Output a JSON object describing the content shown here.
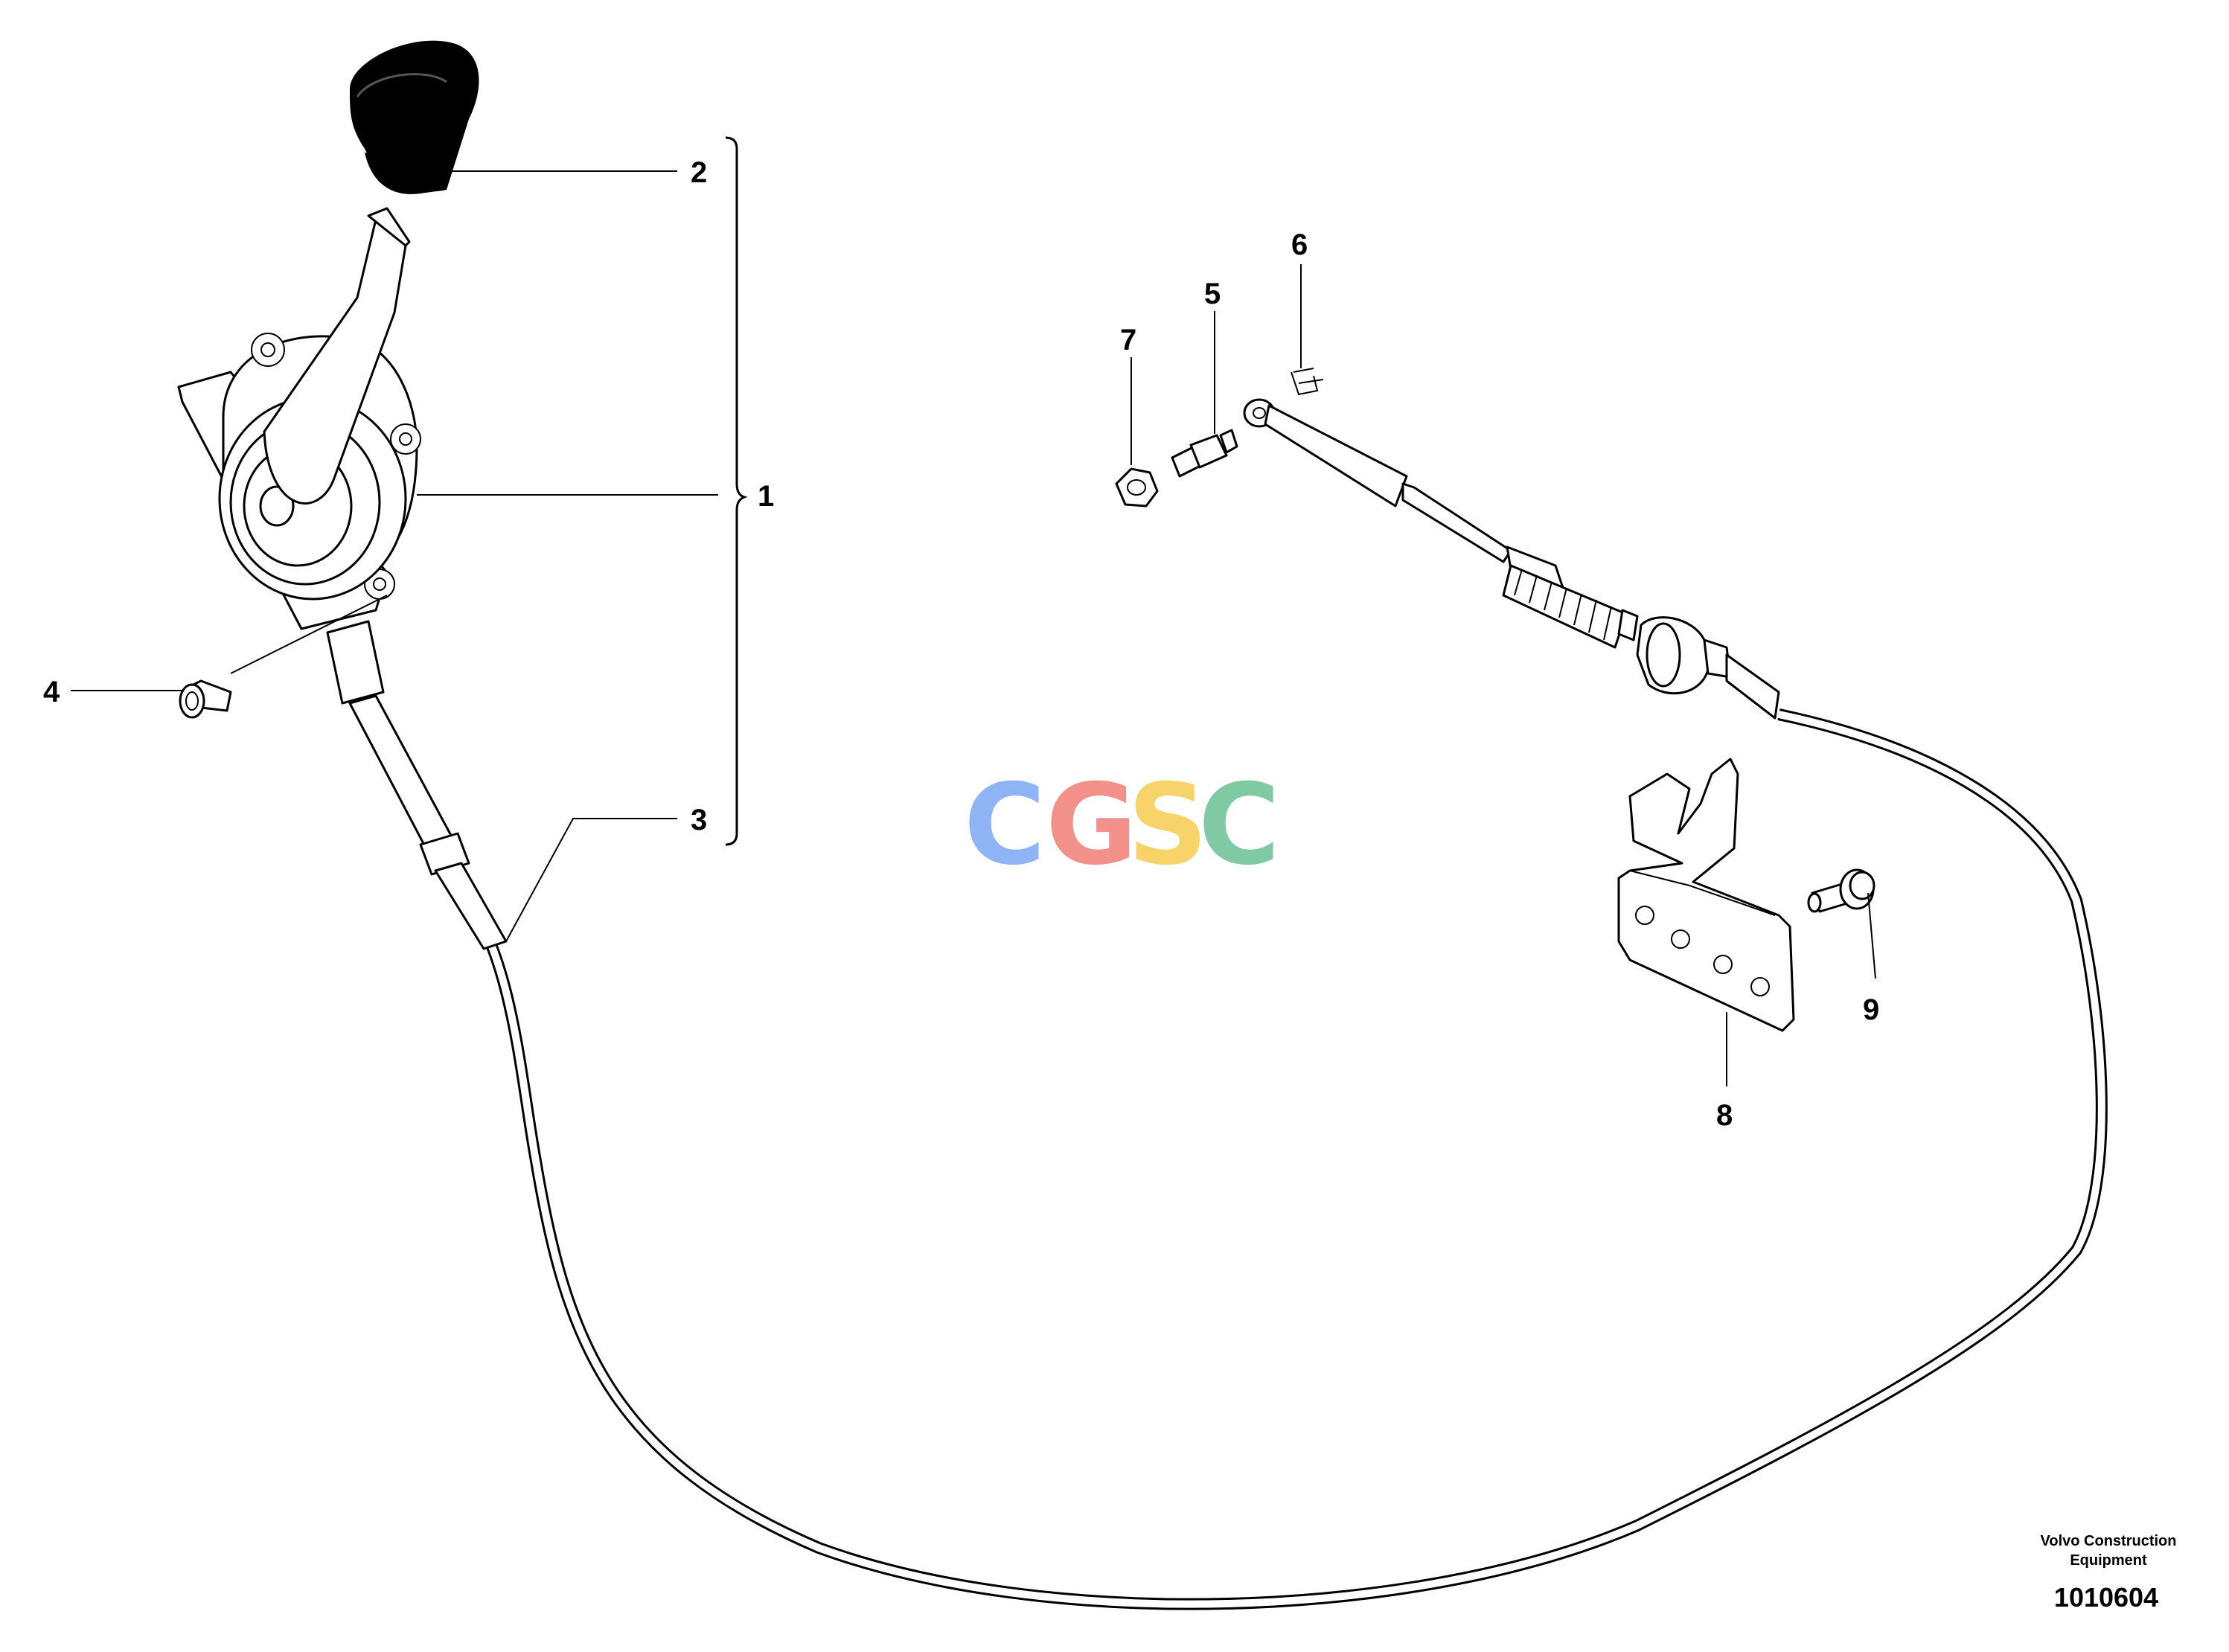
{
  "callouts": [
    {
      "id": "1",
      "label": "1"
    },
    {
      "id": "2",
      "label": "2"
    },
    {
      "id": "3",
      "label": "3"
    },
    {
      "id": "4",
      "label": "4"
    },
    {
      "id": "5",
      "label": "5"
    },
    {
      "id": "6",
      "label": "6"
    },
    {
      "id": "7",
      "label": "7"
    },
    {
      "id": "8",
      "label": "8"
    },
    {
      "id": "9",
      "label": "9"
    }
  ],
  "watermark": {
    "letters": [
      "C",
      "G",
      "S",
      "C"
    ],
    "colors": [
      "#8fb4f5",
      "#f2918a",
      "#f7d36a",
      "#7fc9a3"
    ]
  },
  "brand": {
    "line1": "Volvo Construction",
    "line2": "Equipment"
  },
  "drawing_number": "1010604",
  "colors": {
    "ink": "#000000",
    "background": "#ffffff"
  }
}
